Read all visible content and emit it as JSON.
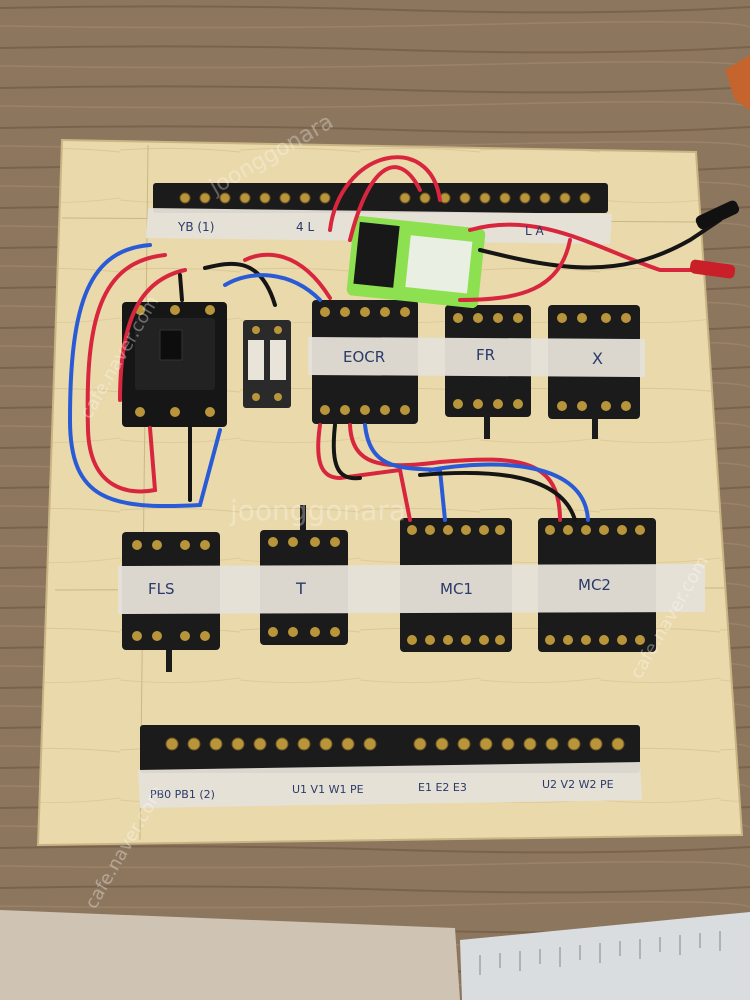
{
  "board": {
    "top_terminal_labels": [
      "YB (1)",
      "4 L",
      "L A"
    ],
    "relay_labels": [
      "EOCR",
      "FR",
      "X"
    ],
    "lower_relay_labels": [
      "FLS",
      "T",
      "MC1",
      "MC2"
    ],
    "bottom_terminal_labels": [
      "PB0 PB1 (2)",
      "U1 V1 W1 PE",
      "E1 E2 E3",
      "U2 V2 W2 PE"
    ]
  },
  "watermark": {
    "text_a": "cafe.naver.com",
    "text_b": "joonggonara"
  },
  "colors": {
    "wood_table": "#8a735c",
    "plywood": "#e8d7a8",
    "tape": "#e6e2d8",
    "socket": "#1b1b1b",
    "wire_red": "#d7263d",
    "wire_blue": "#2a5bd7",
    "wire_black": "#151515",
    "brass": "#b8953a"
  }
}
